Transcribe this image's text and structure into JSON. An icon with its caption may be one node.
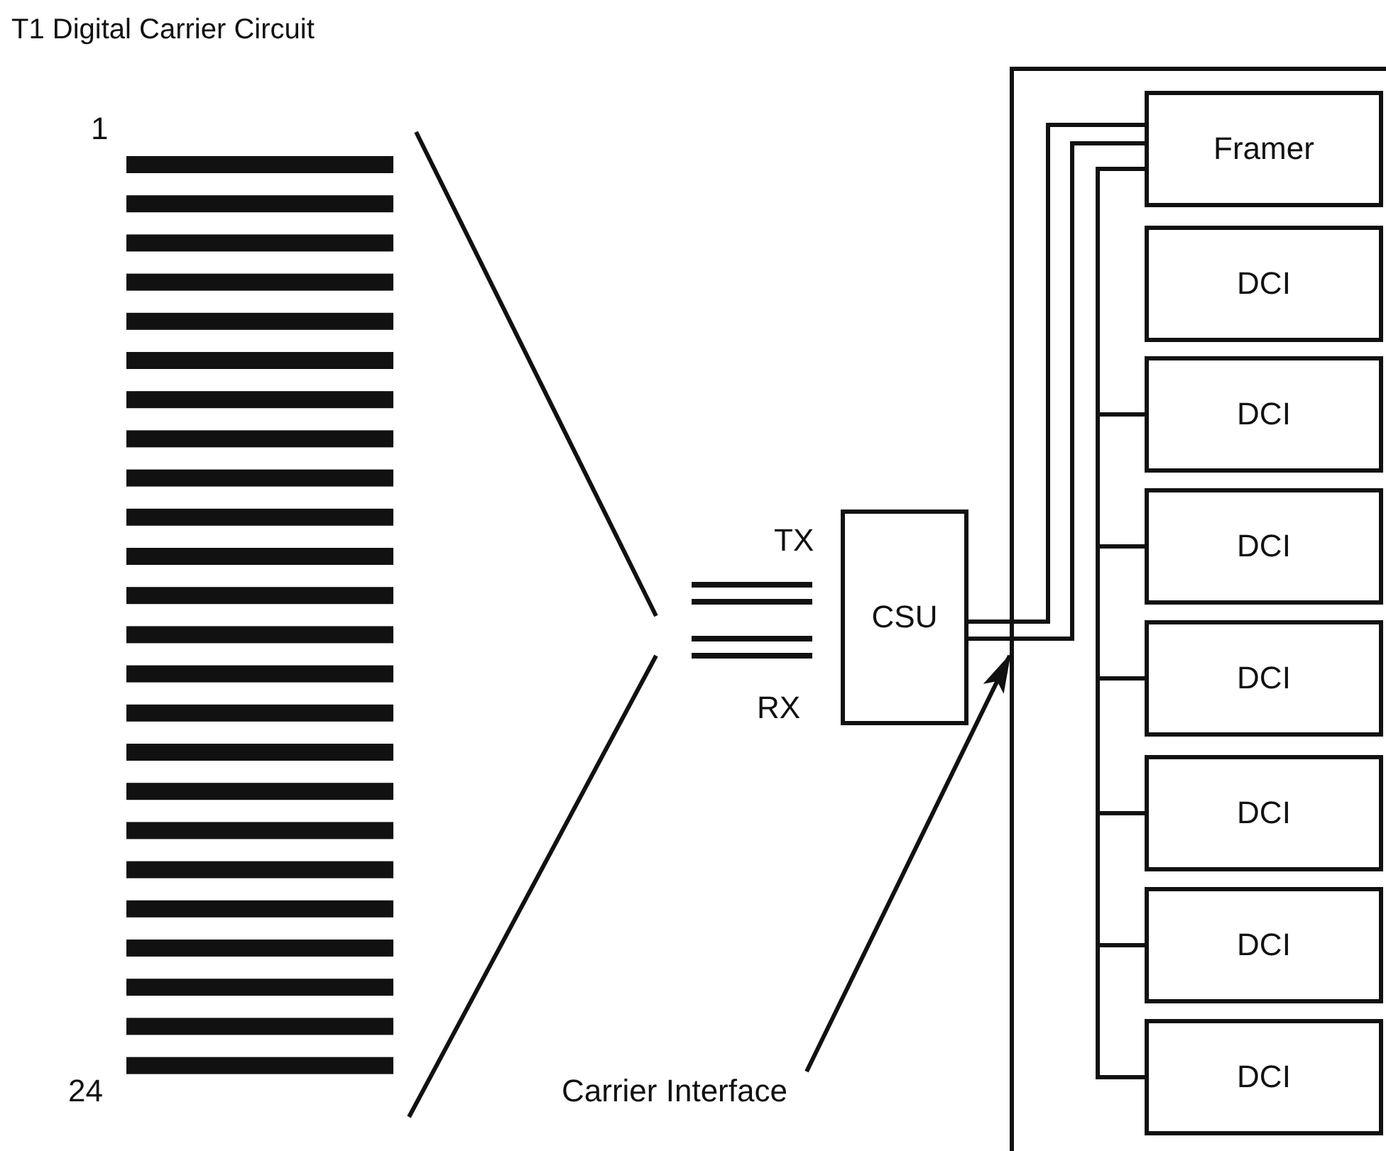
{
  "diagram": {
    "title": "T1 Digital Carrier Circuit",
    "nodes": [
      {
        "text": [],
        "shape": "box"
      },
      {
        "text": [
          "Framer"
        ],
        "in": 0
      },
      {
        "text": [
          "DCI"
        ],
        "in": 0
      },
      {
        "text": [
          "DCI"
        ],
        "in": 0
      },
      {
        "text": [
          "DCI"
        ],
        "in": 0
      },
      {
        "text": [
          "DCI"
        ],
        "in": 0
      },
      {
        "text": [
          "DCI"
        ],
        "in": 0
      },
      {
        "text": [
          "DCI"
        ],
        "in": 0
      },
      {
        "text": [
          "DCI"
        ],
        "in": 0
      },
      {
        "text": [
          "CSU"
        ]
      },
      {
        "text": [
          "Carrier Interface"
        ]
      }
    ],
    "edges": [
      {
        "from": 9,
        "to": 1,
        "arrow": "none"
      },
      {
        "from": 9,
        "to": 1,
        "arrow": "none"
      },
      {
        "from": 1,
        "to": 3,
        "arrow": "none"
      },
      {
        "from": 1,
        "to": 4,
        "arrow": "none"
      },
      {
        "from": 1,
        "to": 5,
        "arrow": "none"
      },
      {
        "from": 1,
        "to": 6,
        "arrow": "none"
      },
      {
        "from": 1,
        "to": 7,
        "arrow": "none"
      },
      {
        "from": 1,
        "to": 8,
        "arrow": "none"
      },
      {
        "from": 10,
        "to": 0,
        "arrow": "to"
      }
    ],
    "labels": [
      "1",
      "TX",
      "RX",
      "24"
    ]
  }
}
